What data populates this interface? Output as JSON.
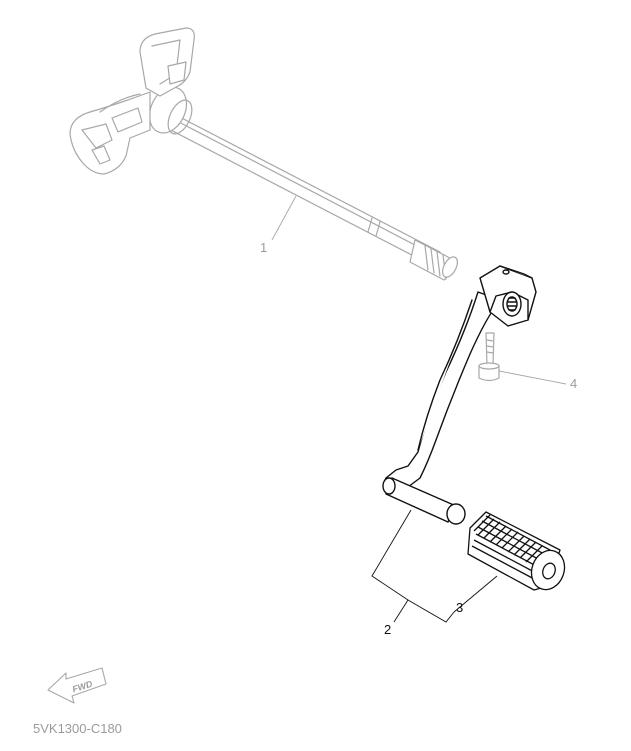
{
  "callouts": {
    "part1": "1",
    "part2": "2",
    "part3": "3",
    "part4": "4"
  },
  "fwd_label": "FWD",
  "diagram_code": "5VK1300-C180",
  "colors": {
    "light_line": "#a8a8a8",
    "dark_line": "#111111"
  }
}
